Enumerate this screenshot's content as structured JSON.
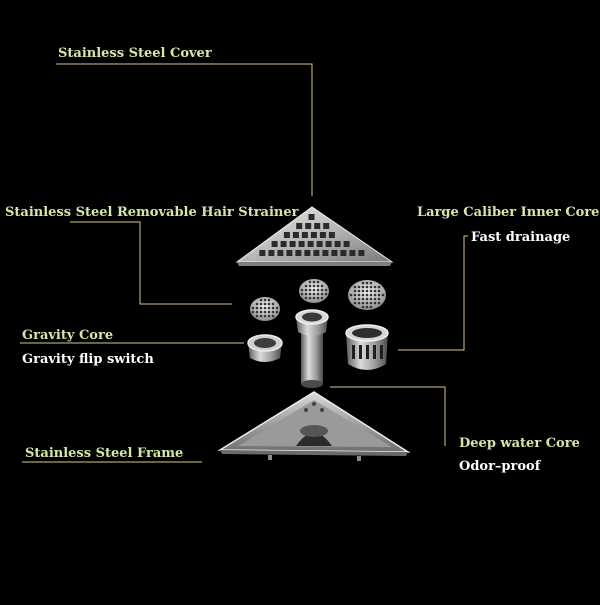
{
  "colors": {
    "background": "#000000",
    "label_text": "#d9e4a8",
    "sub_text": "#ffffff",
    "leader_line": "#d9c98a",
    "steel_light": "#e6e6e6",
    "steel_mid": "#a9a9a9",
    "steel_dark": "#5a5a5a"
  },
  "labels": {
    "cover": "Stainless Steel Cover",
    "hair_strainer": "Stainless Steel Removable Hair Strainer",
    "large_core": "Large Caliber Inner Core",
    "large_core_sub": "Fast drainage",
    "gravity_core": "Gravity Core",
    "gravity_core_sub": "Gravity flip switch",
    "frame": "Stainless Steel Frame",
    "deep_core": "Deep water Core",
    "deep_core_sub": "Odor–proof"
  },
  "icons": [
    "triangle-grate-cover-icon",
    "hair-strainer-disc-icon",
    "gravity-core-cup-icon",
    "deep-water-core-tube-icon",
    "large-caliber-core-icon",
    "triangle-frame-icon"
  ]
}
